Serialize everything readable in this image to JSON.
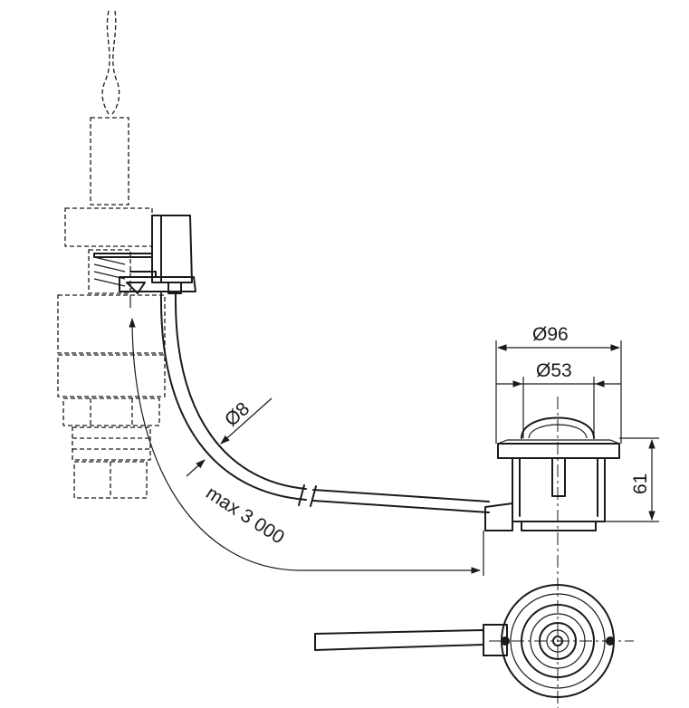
{
  "dimensions": {
    "d96": "Ø96",
    "d53": "Ø53",
    "d8": "Ø8",
    "h61": "61",
    "cable_length": "max 3 000"
  },
  "colors": {
    "line": "#1a1a1a",
    "background": "#ffffff"
  }
}
